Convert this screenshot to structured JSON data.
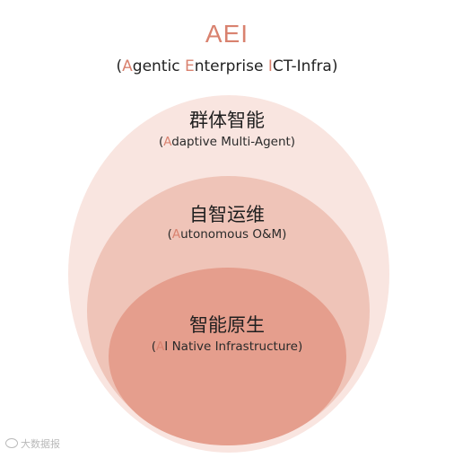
{
  "title": "AEI",
  "subtitle": {
    "open": "(",
    "a_letter": "A",
    "a_rest": "gentic ",
    "e_letter": "E",
    "e_rest": "nterprise ",
    "i_letter": "I",
    "i_rest": "CT-Infra)"
  },
  "layers": [
    {
      "title": "群体智能",
      "sub_open": "(",
      "sub_letter": "A",
      "sub_rest": "daptive Multi-Agent)"
    },
    {
      "title": "自智运维",
      "sub_open": "(",
      "sub_letter": "A",
      "sub_rest": "utonomous O&M)"
    },
    {
      "title": "智能原生",
      "sub_open": "(",
      "sub_letter": "A",
      "sub_rest": "I Native Infrastructure)"
    }
  ],
  "watermark": {
    "icon": "weibo-icon",
    "text": "大数据报"
  },
  "colors": {
    "accent": "#d9826f",
    "outer": "#f9e5e0",
    "middle": "#efc4b8",
    "inner": "#e59e8d"
  }
}
